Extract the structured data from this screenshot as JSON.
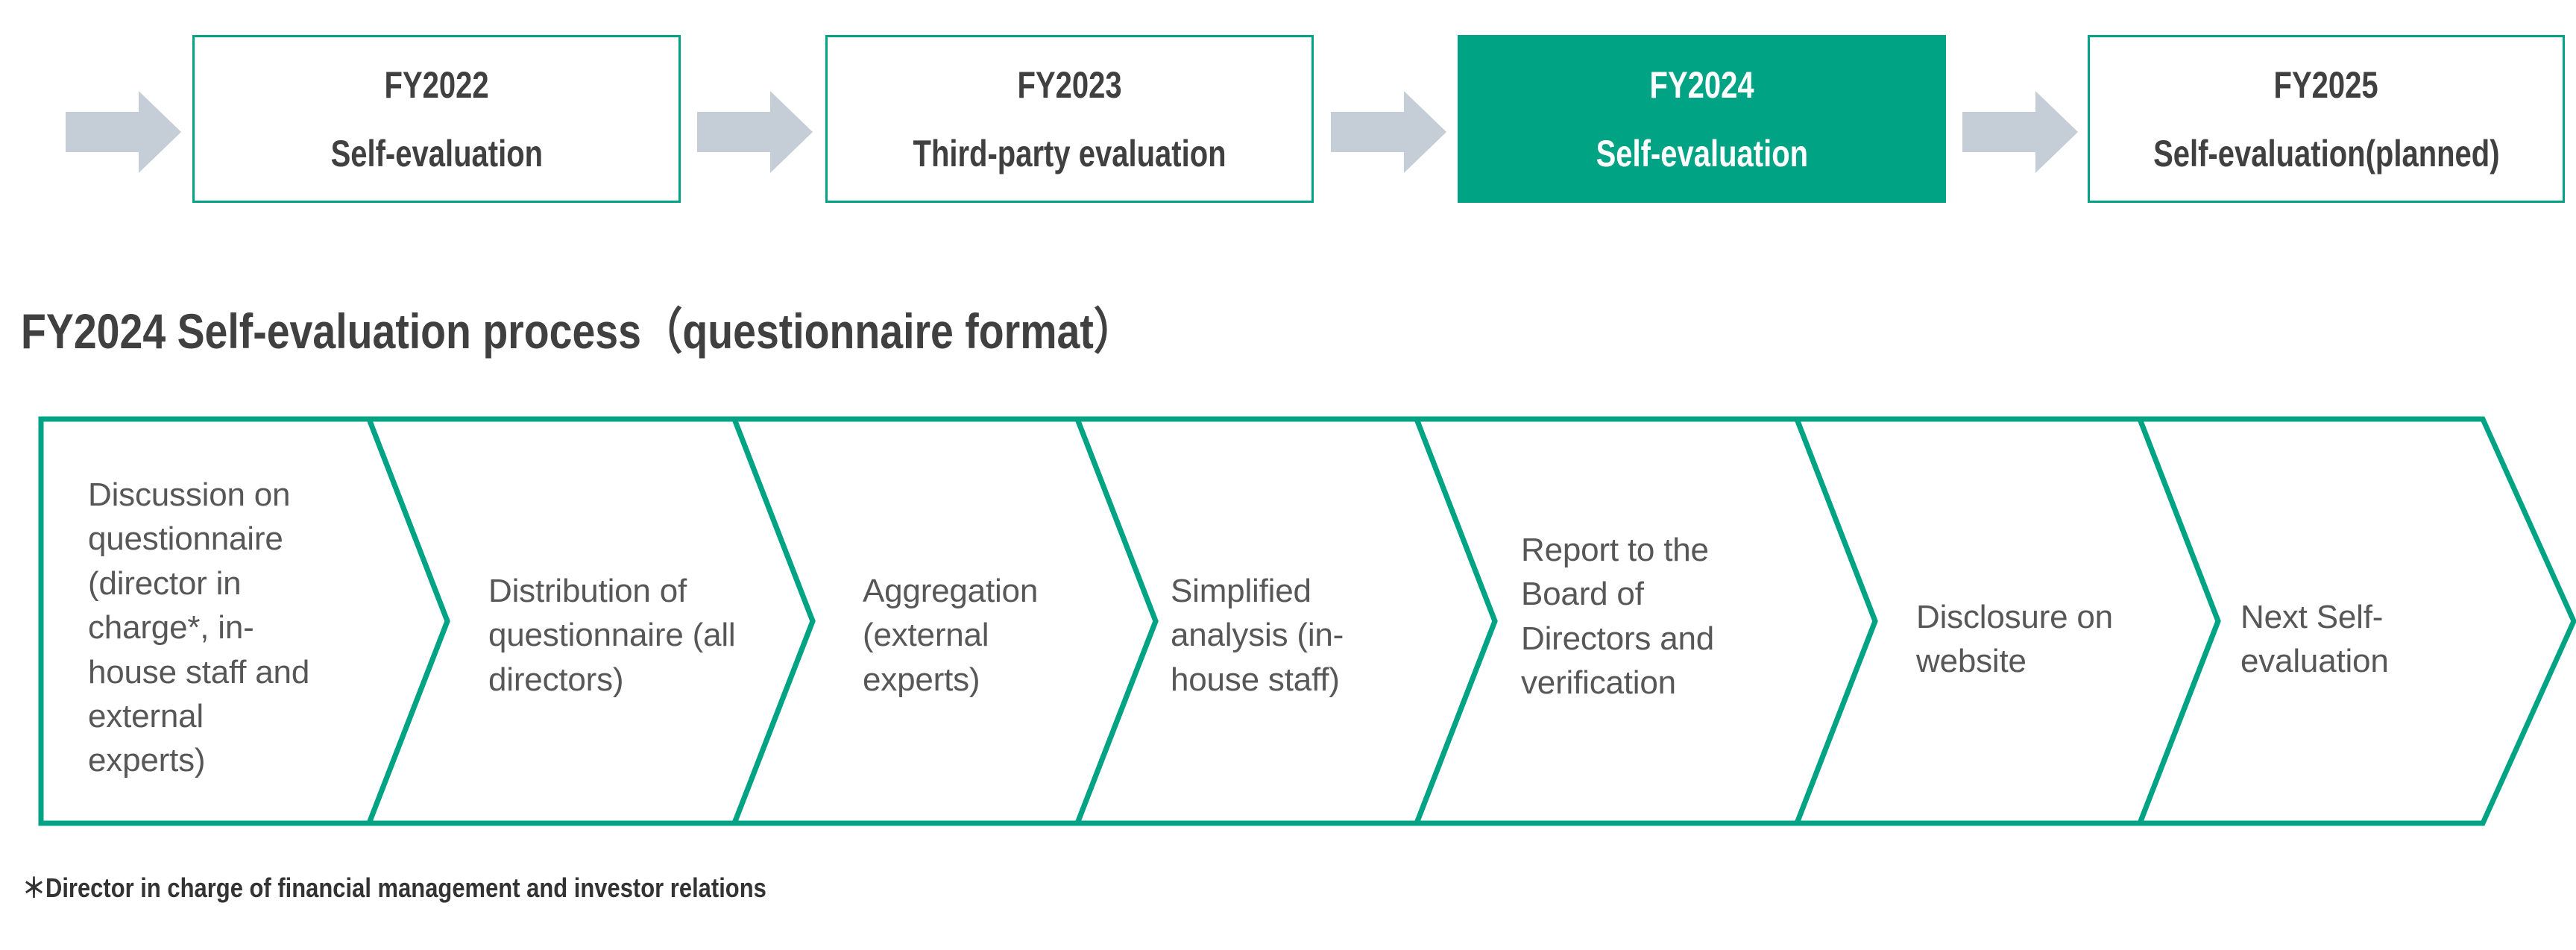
{
  "colors": {
    "accent_teal": "#00A383",
    "arrow_gray": "#C5CDD6",
    "text_dark": "#404040",
    "text_body": "#575757",
    "white": "#FFFFFF"
  },
  "timeline": {
    "arrow_icon_name": "right-arrow-icon",
    "boxes": [
      {
        "year": "FY2022",
        "label": "Self-evaluation",
        "highlighted": false
      },
      {
        "year": "FY2023",
        "label": "Third-party evaluation",
        "highlighted": false
      },
      {
        "year": "FY2024",
        "label": "Self-evaluation",
        "highlighted": true
      },
      {
        "year": "FY2025",
        "label": "Self-evaluation(planned)",
        "highlighted": false
      }
    ]
  },
  "section": {
    "title": "FY2024 Self-evaluation process（questionnaire format）"
  },
  "process": {
    "steps": [
      {
        "text": "Discussion on questionnaire (director in charge*, in-house staff and external experts)"
      },
      {
        "text": "Distribution of questionnaire (all directors)"
      },
      {
        "text": "Aggregation (external experts)"
      },
      {
        "text": "Simplified analysis (in-house staff)"
      },
      {
        "text": "Report to the Board of Directors and verification"
      },
      {
        "text": "Disclosure on website"
      },
      {
        "text": "Next Self-evaluation"
      }
    ]
  },
  "footnote": {
    "text": "＊Director in charge of financial management and investor relations"
  }
}
